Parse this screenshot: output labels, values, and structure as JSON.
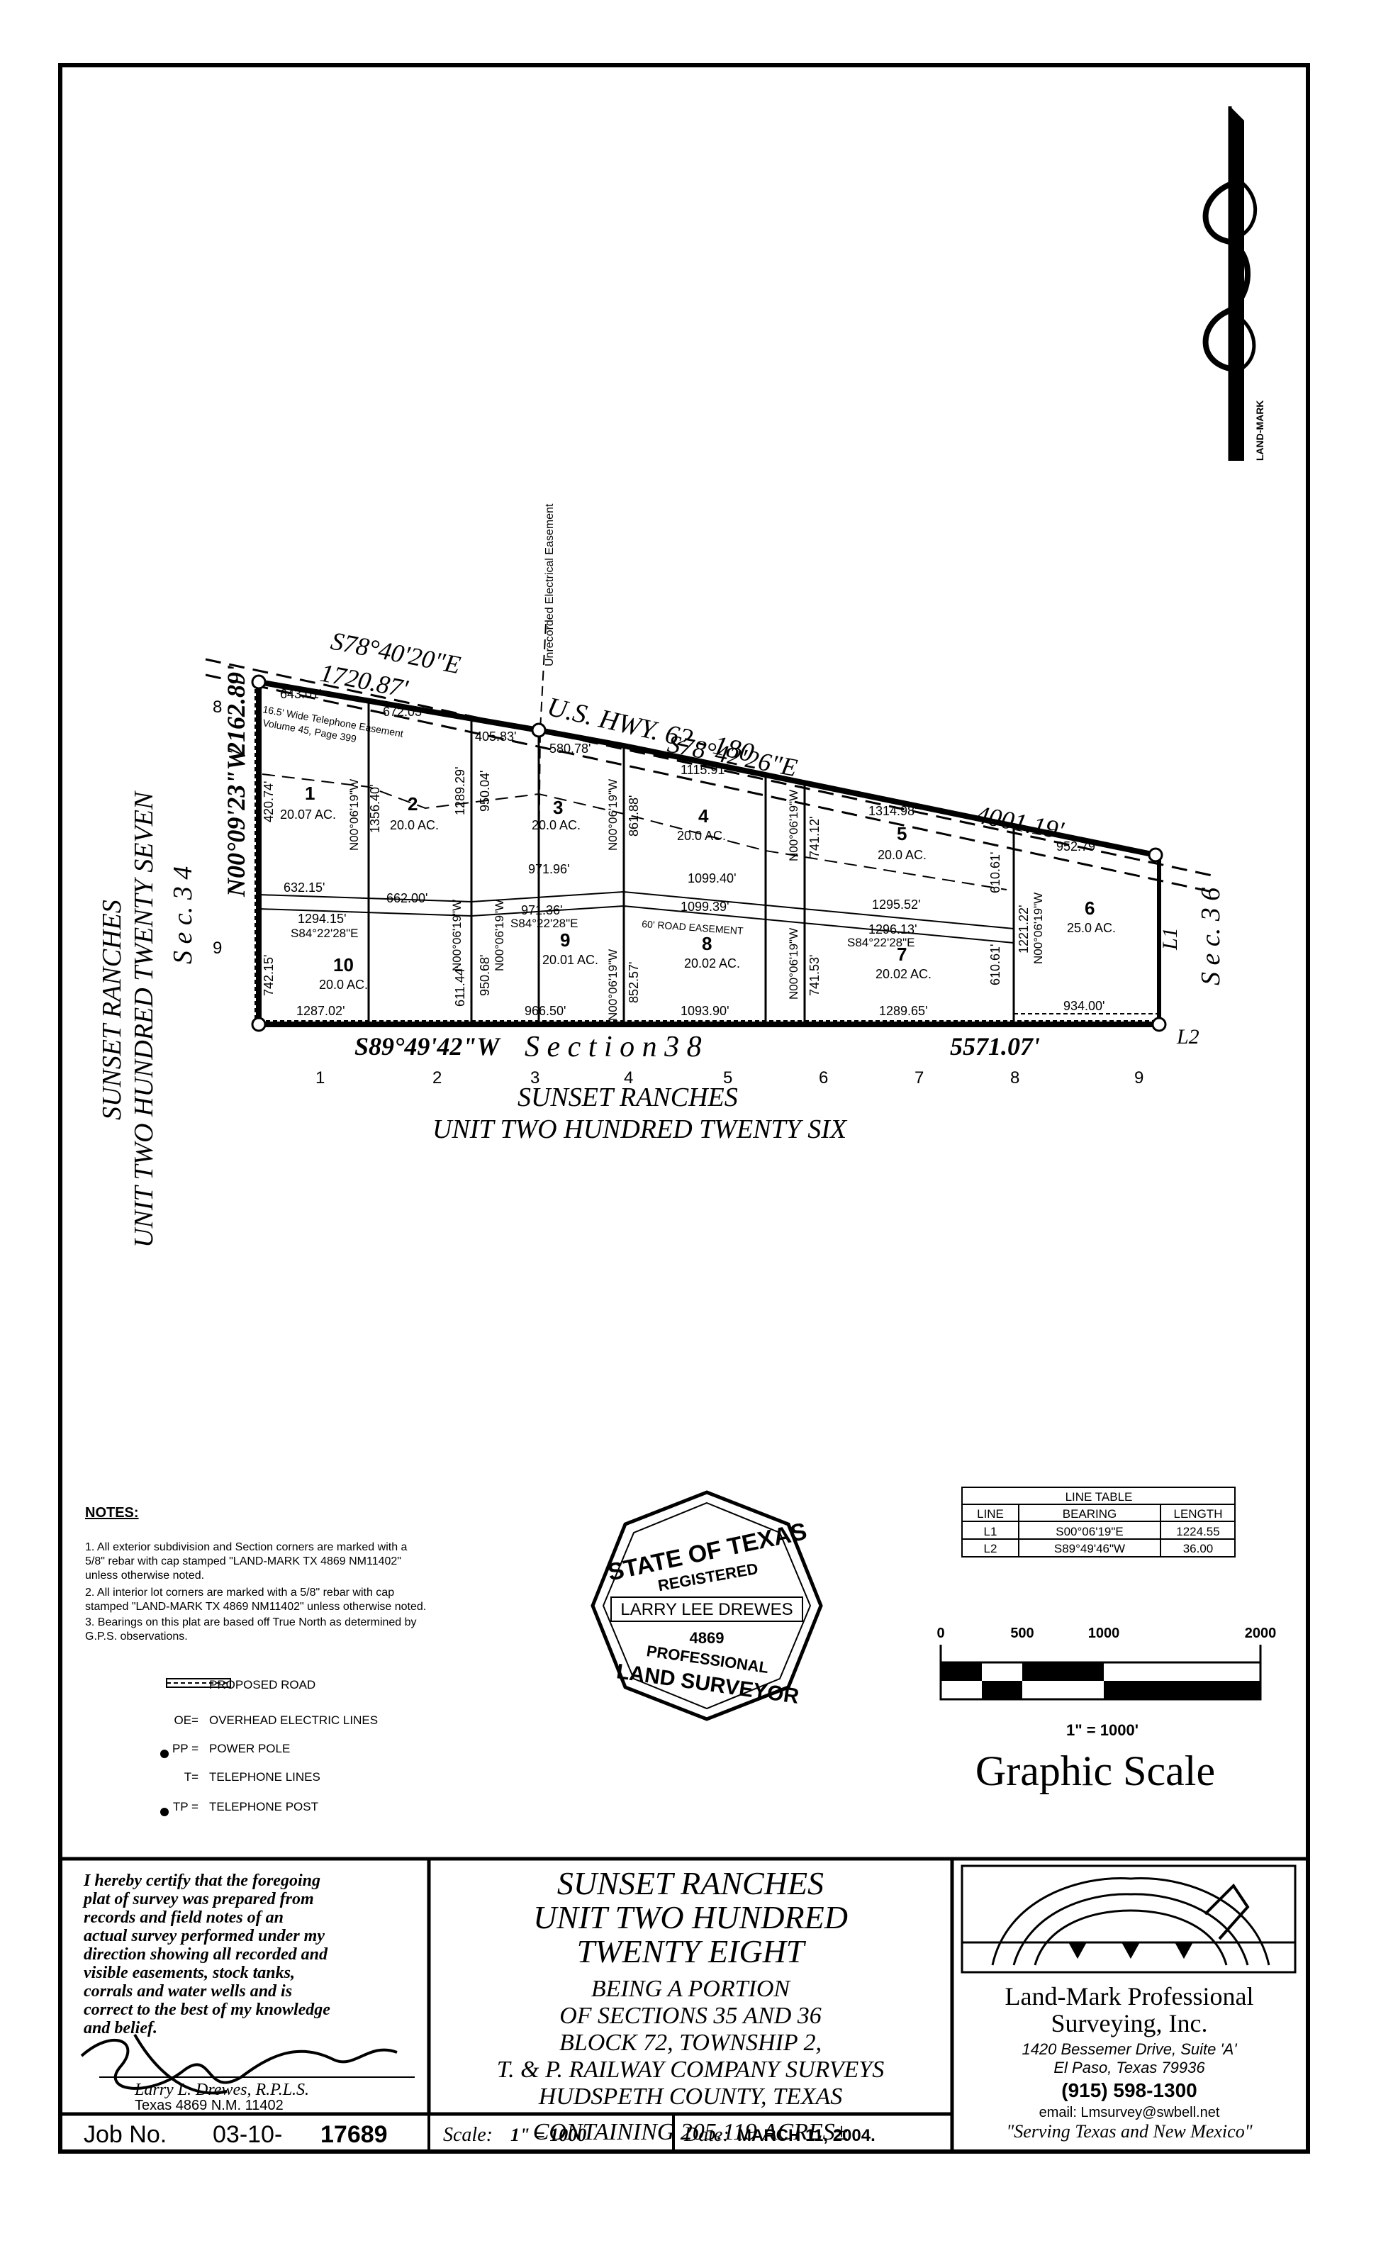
{
  "plat": {
    "adjacent_left_line1": "SUNSET RANCHES",
    "adjacent_left_line2": "UNIT TWO HUNDRED TWENTY SEVEN",
    "sec34": "S e c. 3 4",
    "sec36": "S e c. 3 6",
    "sec38": "S e c t i o n   3 8",
    "adjacent_bottom_line1": "SUNSET RANCHES",
    "adjacent_bottom_line2": "UNIT TWO HUNDRED TWENTY SIX",
    "highway": "U.S.  HWY.  62 - 180",
    "unrecorded_easement": "Unrecorded Electrical Easement",
    "telephone_easement_1": "16.5' Wide Telephone Easement",
    "telephone_easement_2": "Volume 45, Page 399",
    "road_easement": "60' ROAD EASEMENT",
    "north_label": "LAND-MARK",
    "bearings": {
      "north_a": "S78°40'20\"E",
      "north_a_len": "1720.87'",
      "north_b": "S78°42'26\"E",
      "north_b_len": "4001.19'",
      "west": "N00°09'23\"W",
      "west_len": "2162.89'",
      "south": "S89°49'42\"W",
      "south_len": "5571.07'",
      "l1": "L1",
      "l2": "L2"
    },
    "dims": [
      "643.01'",
      "672.03'",
      "405.83'",
      "580.78'",
      "1115.91'",
      "1314.98'",
      "952.79'",
      "420.74'",
      "1356.40'",
      "1289.29'",
      "950.04'",
      "861.88'",
      "741.12'",
      "610.61'",
      "1221.22'",
      "632.15'",
      "662.00'",
      "1294.15'",
      "971.96'",
      "971.36'",
      "1099.40'",
      "1099.39'",
      "1295.52'",
      "1296.13'",
      "742.15'",
      "611.44'",
      "950.68'",
      "852.57'",
      "741.53'",
      "610.61'",
      "1287.02'",
      "966.50'",
      "1093.90'",
      "1289.65'",
      "934.00'"
    ],
    "lot_bearings": {
      "n00": "N00°06'19\"W",
      "s84": "S84°22'28\"E"
    },
    "lots": [
      {
        "num": "1",
        "area": "20.07 AC."
      },
      {
        "num": "2",
        "area": "20.0 AC."
      },
      {
        "num": "3",
        "area": "20.0 AC."
      },
      {
        "num": "4",
        "area": "20.0 AC."
      },
      {
        "num": "5",
        "area": "20.0 AC."
      },
      {
        "num": "6",
        "area": "25.0 AC."
      },
      {
        "num": "7",
        "area": "20.02 AC."
      },
      {
        "num": "8",
        "area": "20.02 AC."
      },
      {
        "num": "9",
        "area": "20.01 AC."
      },
      {
        "num": "10",
        "area": "20.0 AC."
      }
    ],
    "adjacent_lots_left": [
      "8",
      "9"
    ],
    "adjacent_lots_bottom": [
      "1",
      "2",
      "3",
      "4",
      "5",
      "6",
      "7",
      "8",
      "9"
    ]
  },
  "notes": {
    "heading": "NOTES:",
    "lines": [
      "1. All exterior subdivision and Section corners are marked with a",
      "5/8\" rebar with cap stamped \"LAND-MARK TX 4869 NM11402\"",
      "unless otherwise noted.",
      "2. All interior lot corners are marked with a 5/8\" rebar with cap",
      "stamped \"LAND-MARK TX 4869 NM11402\" unless otherwise noted.",
      "3. Bearings on this plat are based off True North as determined by",
      "G.P.S. observations."
    ]
  },
  "legend": [
    {
      "symbol": "",
      "label": "PROPOSED ROAD"
    },
    {
      "symbol": "OE=",
      "label": "OVERHEAD ELECTRIC LINES"
    },
    {
      "symbol": "PP =",
      "label": "POWER POLE"
    },
    {
      "symbol": "T=",
      "label": "TELEPHONE LINES"
    },
    {
      "symbol": "TP =",
      "label": "TELEPHONE POST"
    }
  ],
  "seal": {
    "top": "STATE OF TEXAS",
    "registered": "REGISTERED",
    "name": "LARRY LEE DREWES",
    "number": "4869",
    "professional": "PROFESSIONAL",
    "bottom": "LAND SURVEYOR"
  },
  "line_table": {
    "title": "LINE TABLE",
    "headers": [
      "LINE",
      "BEARING",
      "LENGTH"
    ],
    "rows": [
      [
        "L1",
        "S00°06'19\"E",
        "1224.55"
      ],
      [
        "L2",
        "S89°49'46\"W",
        "36.00"
      ]
    ]
  },
  "scale": {
    "ticks": [
      "0",
      "500",
      "1000",
      "2000"
    ],
    "ratio": "1\" = 1000'",
    "title": "Graphic Scale"
  },
  "certification": {
    "lines": [
      "I hereby certify that the foregoing",
      "plat of survey was prepared from",
      "records and field notes of an",
      "actual survey performed under my",
      "direction showing all recorded and",
      "visible easements, stock tanks,",
      "corrals and water wells and is",
      "correct to the best of my knowledge",
      "and belief."
    ],
    "signer_1": "Larry L. Drewes,  R.P.L.S.",
    "signer_2": "Texas 4869     N.M. 11402"
  },
  "title_block": {
    "lines": [
      "SUNSET RANCHES",
      "UNIT TWO HUNDRED",
      "TWENTY EIGHT",
      "BEING A PORTION",
      "OF SECTIONS 35 AND 36",
      "BLOCK 72, TOWNSHIP 2,",
      "T. & P. RAILWAY COMPANY SURVEYS",
      "HUDSPETH COUNTY, TEXAS",
      "CONTAINING 205.119 ACRES±"
    ]
  },
  "company": {
    "name_1": "Land-Mark Professional",
    "name_2": "Surveying, Inc.",
    "address_1": "1420 Bessemer Drive, Suite 'A'",
    "address_2": "El Paso, Texas  79936",
    "phone": "(915) 598-1300",
    "email": "email: Lmsurvey@swbell.net",
    "slogan": "\"Serving Texas and New Mexico\""
  },
  "footer": {
    "job_label": "Job No.",
    "job_prefix": "03-10-",
    "job_number": "17689",
    "scale_label": "Scale:",
    "scale_value": "1\" =  1000'",
    "date_label": "Date:",
    "date_value": "MARCH 11, 2004."
  }
}
